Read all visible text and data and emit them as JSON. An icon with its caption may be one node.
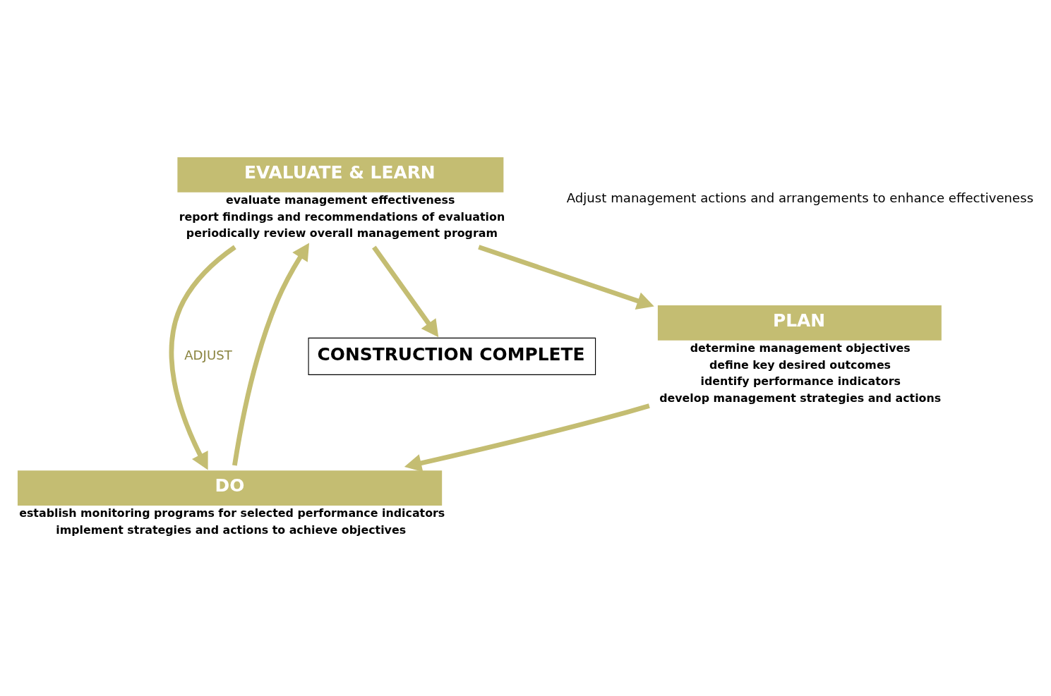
{
  "diagram": {
    "nodes": [
      {
        "text": [
          "CONSTRUCTION COMPLETE"
        ]
      },
      {
        "text": [
          "PLAN"
        ],
        "beside": [
          "determine management objectives",
          "define key desired outcomes",
          "identify performance indicators",
          "develop management strategies and actions"
        ]
      },
      {
        "text": [
          "DO"
        ],
        "beside": [
          "establish monitoring programs for selected performance indicators",
          "implement strategies and actions to achieve objectives"
        ]
      },
      {
        "text": [
          "EVALUATE & LEARN"
        ],
        "beside": [
          "evaluate management effectiveness",
          "report findings and recommendations of evaluation",
          "periodically review overall management program"
        ]
      }
    ],
    "edges": [
      {
        "from": 1,
        "to": 2,
        "arrow": "to"
      },
      {
        "from": 2,
        "to": 3,
        "arrow": "to"
      },
      {
        "from": 3,
        "to": 1,
        "arrow": "to"
      },
      {
        "from": 3,
        "to": 2,
        "arrow": "to",
        "label": "ADJUST"
      },
      {
        "from": 3,
        "to": 0,
        "arrow": "to"
      }
    ],
    "labels": [
      "Adjust management actions and arrangements to enhance effectiveness"
    ]
  }
}
